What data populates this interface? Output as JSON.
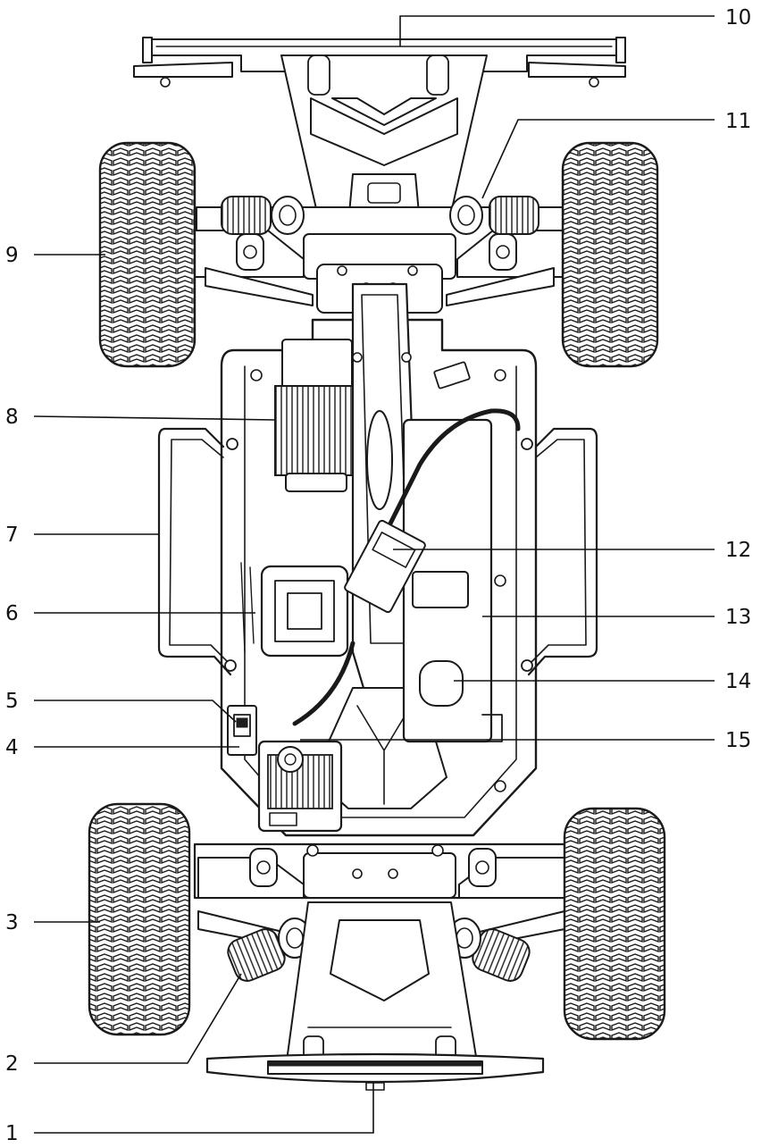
{
  "diagram": {
    "subject": "chassis-top-view",
    "colors": {
      "ink": "#1a1a1a",
      "paper": "#ffffff",
      "label": "#111111"
    },
    "callouts": [
      {
        "id": "1",
        "label": "1"
      },
      {
        "id": "2",
        "label": "2"
      },
      {
        "id": "3",
        "label": "3"
      },
      {
        "id": "4",
        "label": "4"
      },
      {
        "id": "5",
        "label": "5"
      },
      {
        "id": "6",
        "label": "6"
      },
      {
        "id": "7",
        "label": "7"
      },
      {
        "id": "8",
        "label": "8"
      },
      {
        "id": "9",
        "label": "9"
      },
      {
        "id": "10",
        "label": "10"
      },
      {
        "id": "11",
        "label": "11"
      },
      {
        "id": "12",
        "label": "12"
      },
      {
        "id": "13",
        "label": "13"
      },
      {
        "id": "14",
        "label": "14"
      },
      {
        "id": "15",
        "label": "15"
      }
    ]
  }
}
